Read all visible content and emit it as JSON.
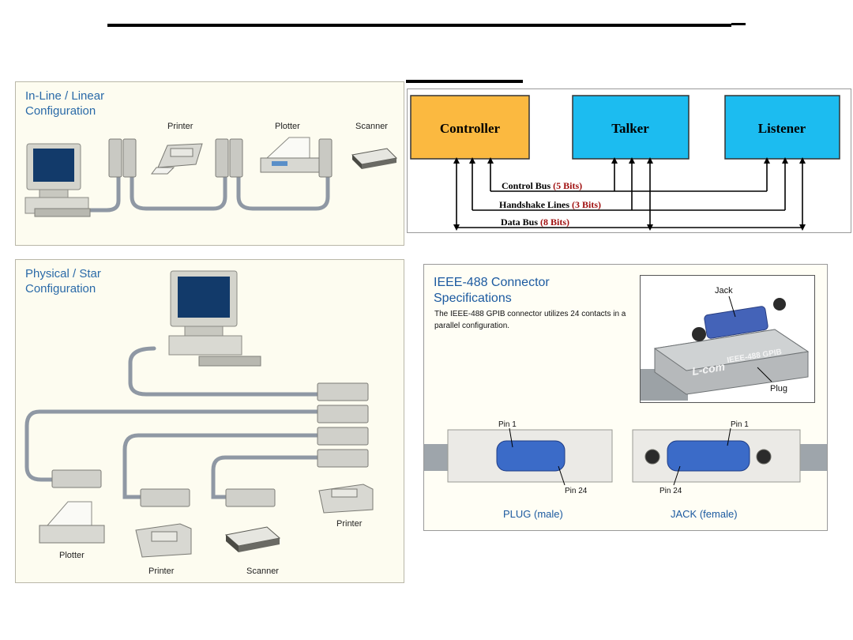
{
  "inline_panel": {
    "title": "In-Line / Linear\nConfiguration",
    "labels": {
      "printer": "Printer",
      "plotter": "Plotter",
      "scanner": "Scanner"
    }
  },
  "star_panel": {
    "title": "Physical / Star\nConfiguration",
    "labels": {
      "plotter": "Plotter",
      "printer_bottom": "Printer",
      "scanner": "Scanner",
      "printer_right": "Printer"
    }
  },
  "bus_diagram": {
    "boxes": {
      "controller": "Controller",
      "talker": "Talker",
      "listener": "Listener"
    },
    "buses": [
      {
        "name": "Control Bus",
        "bits": "(5 Bits)"
      },
      {
        "name": "Handshake Lines",
        "bits": "(3 Bits)"
      },
      {
        "name": "Data Bus",
        "bits": "(8 Bits)"
      }
    ],
    "colors": {
      "controller": "#fbb940",
      "talker": "#1cbcf0",
      "listener": "#1cbcf0",
      "bits": "#a01010"
    }
  },
  "connector_panel": {
    "title": "IEEE-488 Connector\nSpecifications",
    "description": "The IEEE-488 GPIB connector utilizes 24 contacts in a parallel configuration.",
    "photo_labels": {
      "jack": "Jack",
      "plug": "Plug",
      "brand": "L-com",
      "model": "IEEE-488 GPIB"
    },
    "pins": {
      "plug_pin1": "Pin 1",
      "plug_pin24": "Pin 24",
      "jack_pin1": "Pin 1",
      "jack_pin24": "Pin 24"
    },
    "captions": {
      "plug": "PLUG (male)",
      "jack": "JACK (female)"
    }
  }
}
